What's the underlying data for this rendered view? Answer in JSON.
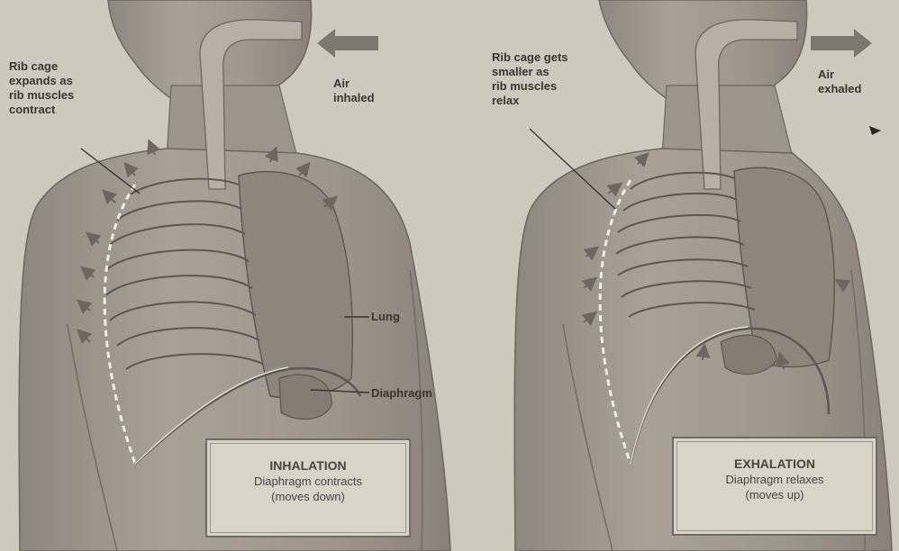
{
  "panels": {
    "inhalation": {
      "rib_label": "Rib cage\nexpands as\nrib muscles\ncontract",
      "air_label": "Air\ninhaled",
      "lung_label": "Lung",
      "diaphragm_label": "Diaphragm",
      "caption_title": "INHALATION",
      "caption_line1": "Diaphragm contracts",
      "caption_line2": "(moves down)"
    },
    "exhalation": {
      "rib_label": "Rib cage gets\nsmaller as\nrib muscles\nrelax",
      "air_label": "Air\nexhaled",
      "caption_title": "EXHALATION",
      "caption_line1": "Diaphragm relaxes",
      "caption_line2": "(moves up)"
    }
  },
  "colors": {
    "background": "#cfc8bc",
    "skin": "#a59c92",
    "organ": "#8c8279",
    "outline": "#5e5650",
    "label": "#3c3530"
  }
}
